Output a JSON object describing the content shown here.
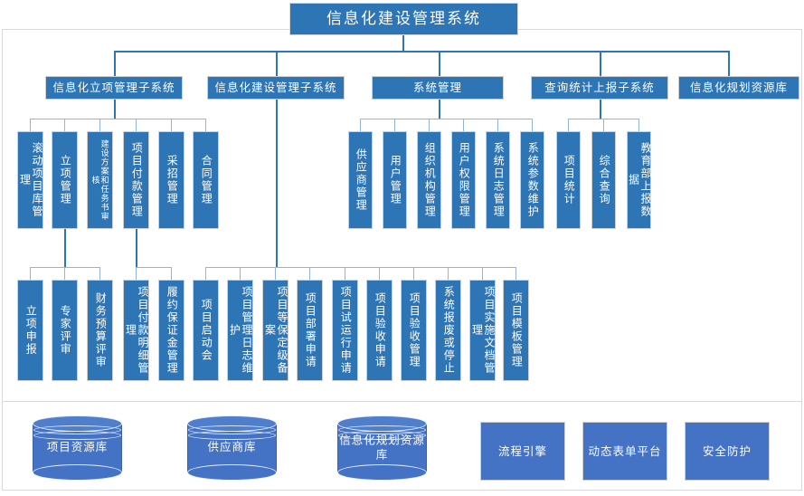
{
  "title": {
    "label": "信息化建设管理系统"
  },
  "colors": {
    "primary": "#2E75B6",
    "infra": "#4472C4",
    "connector": "#2E75B6",
    "connector_light": "#93b6d8",
    "frame": "#d9d9d9",
    "text": "#ffffff"
  },
  "subsystems": [
    {
      "label": "信息化立项管理子系统"
    },
    {
      "label": "信息化建设管理子系统"
    },
    {
      "label": "系统管理"
    },
    {
      "label": "查询统计上报子系统"
    },
    {
      "label": "信息化规划资源库"
    }
  ],
  "level3": {
    "lixiang": [
      {
        "label": "滚动项目库管理"
      },
      {
        "label": "立项管理"
      },
      {
        "label": "建设方案和任务书审核"
      },
      {
        "label": "项目付款管理"
      },
      {
        "label": "采招管理"
      },
      {
        "label": "合同管理"
      }
    ],
    "xitong": [
      {
        "label": "供应商管理"
      },
      {
        "label": "用户管理"
      },
      {
        "label": "组织机构管理"
      },
      {
        "label": "用户权限管理"
      },
      {
        "label": "系统日志管理"
      },
      {
        "label": "系统参数维护"
      }
    ],
    "chaxun": [
      {
        "label": "项目统计"
      },
      {
        "label": "综合查询"
      },
      {
        "label": "教育部上报数据"
      }
    ]
  },
  "level4": {
    "lixiang_children": [
      {
        "label": "立项申报"
      },
      {
        "label": "专家评审"
      },
      {
        "label": "财务预算评审"
      }
    ],
    "fukuan_children": [
      {
        "label": "项目付款明细管理"
      },
      {
        "label": "履约保证金管理"
      }
    ],
    "jianshe_children": [
      {
        "label": "项目启动会"
      },
      {
        "label": "项目管理日志维护"
      },
      {
        "label": "项目等保定级备案"
      },
      {
        "label": "项目部署申请"
      },
      {
        "label": "项目试运行申请"
      },
      {
        "label": "项目验收申请"
      },
      {
        "label": "项目验收管理"
      },
      {
        "label": "系统报废或停止"
      },
      {
        "label": "项目实施文档管理"
      },
      {
        "label": "项目模板管理"
      }
    ]
  },
  "infrastructure": {
    "databases": [
      {
        "label": "项目资源库"
      },
      {
        "label": "供应商库"
      },
      {
        "label": "信息化规划资源库"
      }
    ],
    "platforms": [
      {
        "label": "流程引擎"
      },
      {
        "label": "动态表单平台"
      },
      {
        "label": "安全防护"
      }
    ]
  }
}
